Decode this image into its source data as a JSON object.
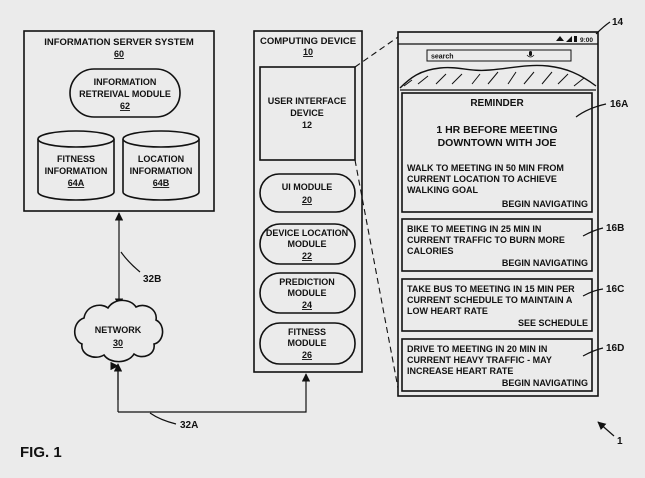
{
  "figure_label": "FIG. 1",
  "system_ref": "1",
  "info_server": {
    "title": "INFORMATION SERVER SYSTEM",
    "ref": "60",
    "retrieval_module": {
      "line1": "INFORMATION",
      "line2": "RETREIVAL MODULE",
      "ref": "62"
    },
    "fitness_db": {
      "line1": "FITNESS",
      "line2": "INFORMATION",
      "ref": "64A"
    },
    "location_db": {
      "line1": "LOCATION",
      "line2": "INFORMATION",
      "ref": "64B"
    }
  },
  "network": {
    "label": "NETWORK",
    "ref": "30"
  },
  "links": {
    "server_network": "32B",
    "network_device": "32A"
  },
  "computing_device": {
    "title": "COMPUTING DEVICE",
    "ref": "10",
    "ui_device": {
      "line1": "USER INTERFACE",
      "line2": "DEVICE",
      "ref": "12"
    },
    "modules": [
      {
        "line1": "UI MODULE",
        "line2": "",
        "ref": "20"
      },
      {
        "line1": "DEVICE LOCATION",
        "line2": "MODULE",
        "ref": "22"
      },
      {
        "line1": "PREDICTION",
        "line2": "MODULE",
        "ref": "24"
      },
      {
        "line1": "FITNESS",
        "line2": "MODULE",
        "ref": "26"
      }
    ]
  },
  "phone": {
    "ref": "14",
    "status_time": "9:00",
    "search_placeholder": "search",
    "cards": [
      {
        "ref": "16A",
        "header": "REMINDER",
        "headline1": "1 HR BEFORE MEETING",
        "headline2": "DOWNTOWN WITH JOE",
        "lines": [
          "WALK TO MEETING IN 50 MIN FROM",
          "CURRENT LOCATION TO ACHIEVE",
          "WALKING GOAL"
        ],
        "action": "BEGIN NAVIGATING"
      },
      {
        "ref": "16B",
        "lines": [
          "BIKE TO MEETING IN 25 MIN IN",
          "CURRENT TRAFFIC TO BURN MORE",
          "CALORIES"
        ],
        "action": "BEGIN NAVIGATING"
      },
      {
        "ref": "16C",
        "lines": [
          "TAKE BUS TO MEETING IN 15 MIN PER",
          "CURRENT SCHEDULE TO MAINTAIN A",
          "LOW HEART RATE"
        ],
        "action": "SEE SCHEDULE"
      },
      {
        "ref": "16D",
        "lines": [
          "DRIVE TO MEETING IN 20 MIN IN",
          "CURRENT HEAVY TRAFFIC - MAY",
          "INCREASE HEART RATE"
        ],
        "action": "BEGIN NAVIGATING"
      }
    ]
  }
}
